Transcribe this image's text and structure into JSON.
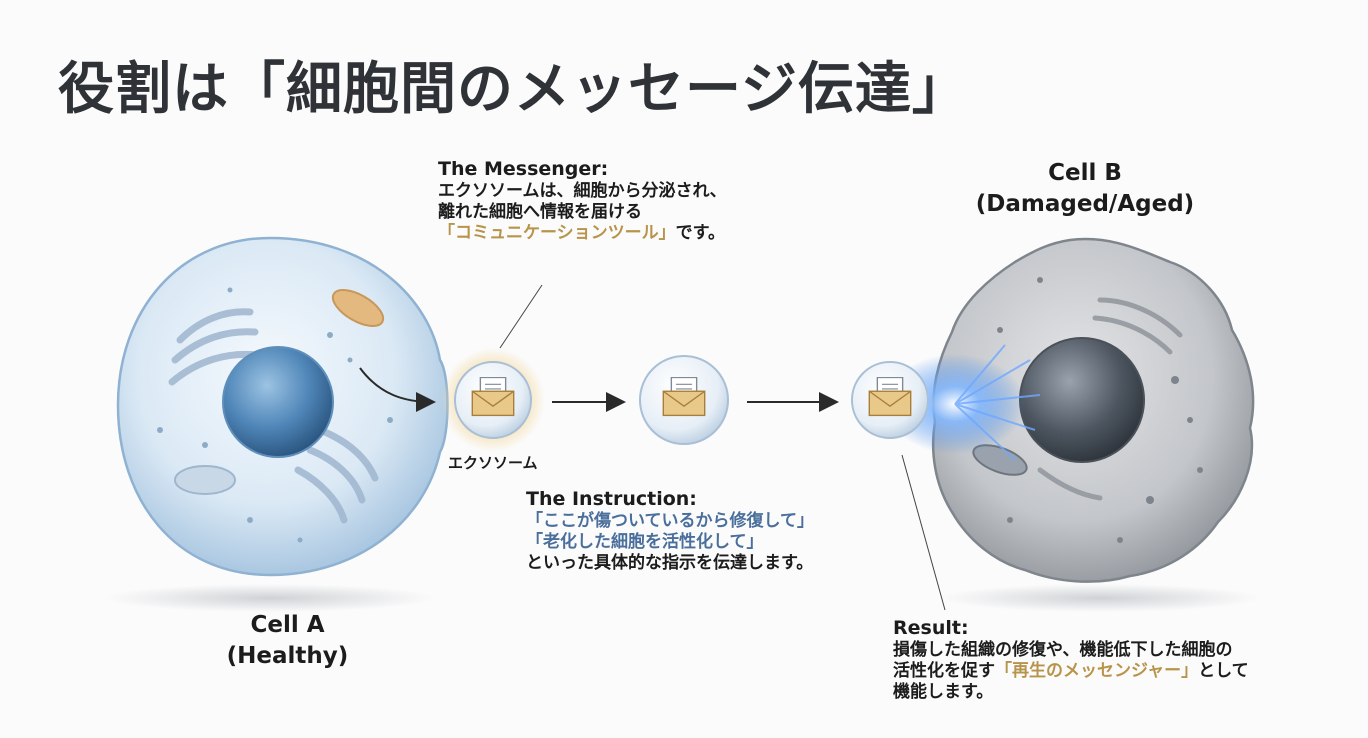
{
  "title": "役割は「細胞間のメッセージ伝達」",
  "cell_a": {
    "name": "Cell A",
    "state": "(Healthy)"
  },
  "cell_b": {
    "name": "Cell B",
    "state": "(Damaged/Aged)"
  },
  "exosome_label": "エクソソーム",
  "messenger": {
    "heading": "The Messenger:",
    "line1": "エクソソームは、細胞から分泌され、",
    "line2": "離れた細胞へ情報を届ける",
    "highlight": "「コミュニケーションツール」",
    "line3_tail": "です。"
  },
  "instruction": {
    "heading": "The Instruction:",
    "quote1": "「ここが傷ついているから修復して」",
    "quote2": "「老化した細胞を活性化して」",
    "line3": "といった具体的な指示を伝達します。"
  },
  "result": {
    "heading": "Result:",
    "line1": "損傷した組織の修復や、機能低下した細胞の",
    "line2_pre": "活性化を促す",
    "highlight": "「再生のメッセンジャー」",
    "line2_post": "として",
    "line3": "機能します。"
  },
  "colors": {
    "healthy_cell": "#cfe2f3",
    "nucleus": "#3f78ab",
    "damaged_cell": "#b9bcc0",
    "accent_gold": "#b8944a",
    "accent_blue": "#4a6f9c"
  },
  "icons": [
    "envelope-icon",
    "document-icon",
    "arrow-right-icon"
  ]
}
